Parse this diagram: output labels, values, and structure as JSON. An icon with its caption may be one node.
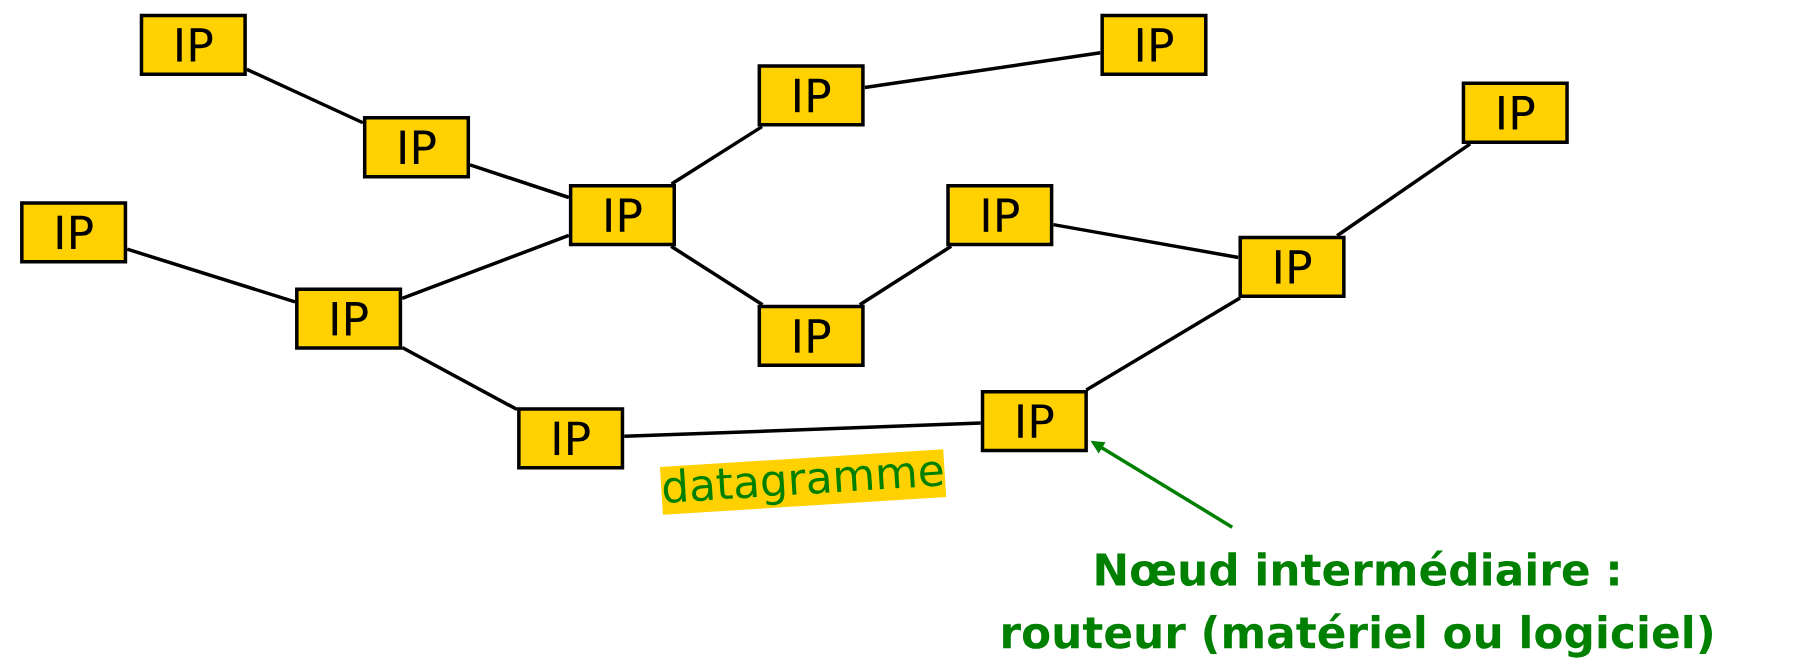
{
  "diagram": {
    "nodes": [
      {
        "text": [
          "IP"
        ]
      },
      {
        "text": [
          "IP"
        ]
      },
      {
        "text": [
          "IP"
        ]
      },
      {
        "text": [
          "IP"
        ]
      },
      {
        "text": [
          "IP"
        ]
      },
      {
        "text": [
          "IP"
        ]
      },
      {
        "text": [
          "IP"
        ]
      },
      {
        "text": [
          "IP"
        ]
      },
      {
        "text": [
          "IP"
        ]
      },
      {
        "text": [
          "IP"
        ]
      },
      {
        "text": [
          "IP"
        ]
      },
      {
        "text": [
          "IP"
        ]
      },
      {
        "text": [
          "IP"
        ]
      },
      {
        "text": [
          "datagramme"
        ]
      },
      {
        "text": [
          "Nœud intermédiaire : routeur (matériel ou logiciel)"
        ]
      }
    ],
    "edges": [
      {
        "from": 0,
        "to": 1,
        "arrow": "none"
      },
      {
        "from": 1,
        "to": 3,
        "arrow": "none"
      },
      {
        "from": 2,
        "to": 8,
        "arrow": "none"
      },
      {
        "from": 8,
        "to": 3,
        "arrow": "none"
      },
      {
        "from": 3,
        "to": 4,
        "arrow": "none"
      },
      {
        "from": 3,
        "to": 10,
        "arrow": "none"
      },
      {
        "from": 4,
        "to": 5,
        "arrow": "none"
      },
      {
        "from": 8,
        "to": 11,
        "arrow": "none"
      },
      {
        "from": 11,
        "to": 12,
        "arrow": "none"
      },
      {
        "from": 10,
        "to": 7,
        "arrow": "none"
      },
      {
        "from": 7,
        "to": 9,
        "arrow": "none"
      },
      {
        "from": 9,
        "to": 6,
        "arrow": "none"
      },
      {
        "from": 12,
        "to": 9,
        "arrow": "none"
      },
      {
        "from": 14,
        "to": 12,
        "arrow": "to",
        "color": "#008000"
      }
    ]
  }
}
